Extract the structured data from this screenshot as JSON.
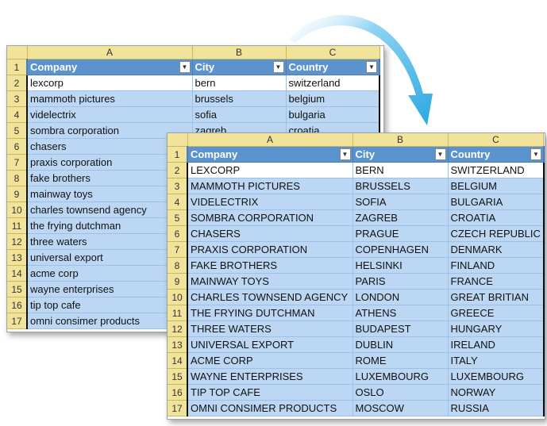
{
  "arrow_color": "#29a8e0",
  "sheet_back": {
    "columns": [
      "A",
      "B",
      "C"
    ],
    "headers": [
      "Company",
      "City",
      "Country"
    ],
    "rows": [
      {
        "num": "1"
      },
      {
        "num": "2",
        "cells": [
          "lexcorp",
          "bern",
          "switzerland"
        ]
      },
      {
        "num": "3",
        "cells": [
          "mammoth pictures",
          "brussels",
          "belgium"
        ]
      },
      {
        "num": "4",
        "cells": [
          "videlectrix",
          "sofia",
          "bulgaria"
        ]
      },
      {
        "num": "5",
        "cells": [
          "sombra corporation",
          "zagreb",
          "croatia"
        ]
      },
      {
        "num": "6",
        "cells": [
          "chasers",
          "",
          ""
        ]
      },
      {
        "num": "7",
        "cells": [
          "praxis corporation",
          "",
          ""
        ]
      },
      {
        "num": "8",
        "cells": [
          "fake brothers",
          "",
          ""
        ]
      },
      {
        "num": "9",
        "cells": [
          "mainway toys",
          "",
          ""
        ]
      },
      {
        "num": "10",
        "cells": [
          "charles townsend agency",
          "",
          ""
        ]
      },
      {
        "num": "11",
        "cells": [
          "the frying dutchman",
          "",
          ""
        ]
      },
      {
        "num": "12",
        "cells": [
          "three waters",
          "",
          ""
        ]
      },
      {
        "num": "13",
        "cells": [
          "universal export",
          "",
          ""
        ]
      },
      {
        "num": "14",
        "cells": [
          "acme corp",
          "",
          ""
        ]
      },
      {
        "num": "15",
        "cells": [
          "wayne enterprises",
          "",
          ""
        ]
      },
      {
        "num": "16",
        "cells": [
          "tip top cafe",
          "",
          ""
        ]
      },
      {
        "num": "17",
        "cells": [
          "omni consimer products",
          "",
          ""
        ]
      }
    ]
  },
  "sheet_front": {
    "columns": [
      "A",
      "B",
      "C"
    ],
    "headers": [
      "Company",
      "City",
      "Country"
    ],
    "rows": [
      {
        "num": "1"
      },
      {
        "num": "2",
        "cells": [
          "LEXCORP",
          "BERN",
          "SWITZERLAND"
        ]
      },
      {
        "num": "3",
        "cells": [
          "MAMMOTH PICTURES",
          "BRUSSELS",
          "BELGIUM"
        ]
      },
      {
        "num": "4",
        "cells": [
          "VIDELECTRIX",
          "SOFIA",
          "BULGARIA"
        ]
      },
      {
        "num": "5",
        "cells": [
          "SOMBRA CORPORATION",
          "ZAGREB",
          "CROATIA"
        ]
      },
      {
        "num": "6",
        "cells": [
          "CHASERS",
          "PRAGUE",
          "CZECH REPUBLIC"
        ]
      },
      {
        "num": "7",
        "cells": [
          "PRAXIS CORPORATION",
          "COPENHAGEN",
          "DENMARK"
        ]
      },
      {
        "num": "8",
        "cells": [
          "FAKE BROTHERS",
          "HELSINKI",
          "FINLAND"
        ]
      },
      {
        "num": "9",
        "cells": [
          "MAINWAY TOYS",
          "PARIS",
          "FRANCE"
        ]
      },
      {
        "num": "10",
        "cells": [
          "CHARLES TOWNSEND AGENCY",
          "LONDON",
          "GREAT BRITIAN"
        ]
      },
      {
        "num": "11",
        "cells": [
          "THE FRYING DUTCHMAN",
          "ATHENS",
          "GREECE"
        ]
      },
      {
        "num": "12",
        "cells": [
          "THREE WATERS",
          "BUDAPEST",
          "HUNGARY"
        ]
      },
      {
        "num": "13",
        "cells": [
          "UNIVERSAL EXPORT",
          "DUBLIN",
          "IRELAND"
        ]
      },
      {
        "num": "14",
        "cells": [
          "ACME CORP",
          "ROME",
          "ITALY"
        ]
      },
      {
        "num": "15",
        "cells": [
          "WAYNE ENTERPRISES",
          "LUXEMBOURG",
          "LUXEMBOURG"
        ]
      },
      {
        "num": "16",
        "cells": [
          "TIP TOP CAFE",
          "OSLO",
          "NORWAY"
        ]
      },
      {
        "num": "17",
        "cells": [
          "OMNI CONSIMER PRODUCTS",
          "MOSCOW",
          "RUSSIA"
        ]
      }
    ]
  }
}
